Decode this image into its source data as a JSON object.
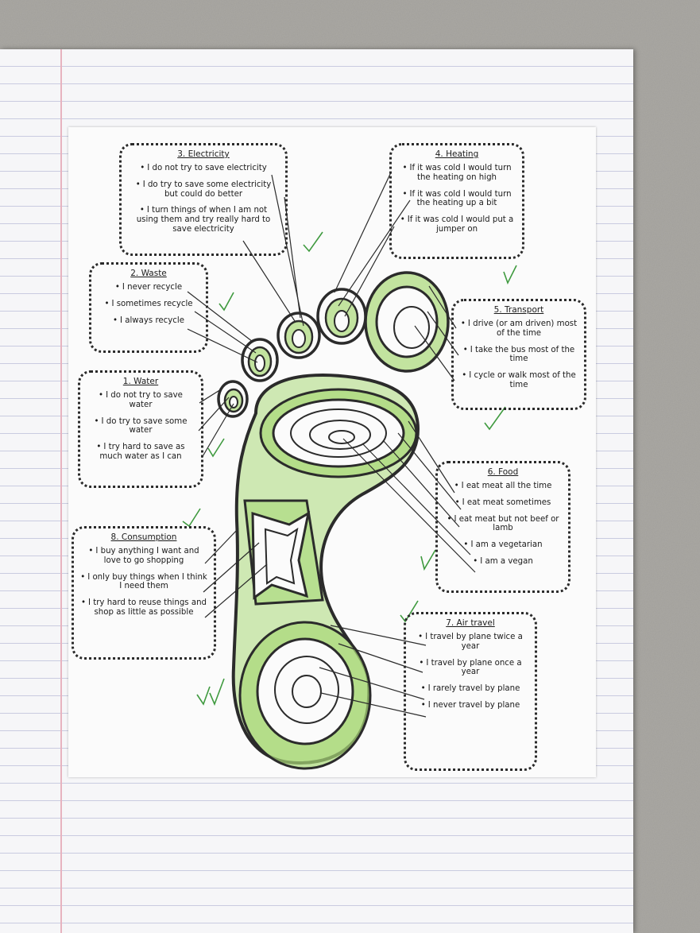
{
  "sections": {
    "electricity": {
      "title": "3. Electricity",
      "items": [
        "I do not try to save electricity",
        "I do try to save some electricity but could do better",
        "I turn things of when I am not using them and try really hard to save electricity"
      ]
    },
    "heating": {
      "title": "4. Heating",
      "items": [
        "If it was cold I would turn the heating on high",
        "If it was cold I would turn the heating up a bit",
        "If it was cold I would put a jumper on"
      ]
    },
    "waste": {
      "title": "2. Waste",
      "items": [
        "I never recycle",
        "I sometimes recycle",
        "I always recycle"
      ]
    },
    "transport": {
      "title": "5. Transport",
      "items": [
        "I drive (or am driven) most of the time",
        "I take the bus most of the time",
        "I cycle or walk most of the time"
      ]
    },
    "water": {
      "title": "1. Water",
      "items": [
        "I do not try to save water",
        "I do try to save some water",
        "I try hard to save as much water as I can"
      ]
    },
    "food": {
      "title": "6. Food",
      "items": [
        "I eat meat all the time",
        "I eat meat sometimes",
        "I eat meat but not beef or lamb",
        "I am a vegetarian",
        "I am a vegan"
      ]
    },
    "consumption": {
      "title": "8. Consumption",
      "items": [
        "I buy anything I want and love to go shopping",
        "I only buy things when I think I need them",
        "I try hard to reuse things and shop as little as possible"
      ]
    },
    "air_travel": {
      "title": "7. Air travel",
      "items": [
        "I travel by plane twice a year",
        "I travel by plane once a year",
        "I rarely travel by plane",
        "I never travel by plane"
      ]
    }
  },
  "colors": {
    "fill_green": "#a9d878",
    "fill_green_light": "#cfe8a8",
    "outline": "#2b2b2b",
    "tick_green": "#3f9a3f",
    "paper": "#f6f6f8",
    "rule_line": "#c9cbe0",
    "margin_line": "#e7b3bf"
  }
}
